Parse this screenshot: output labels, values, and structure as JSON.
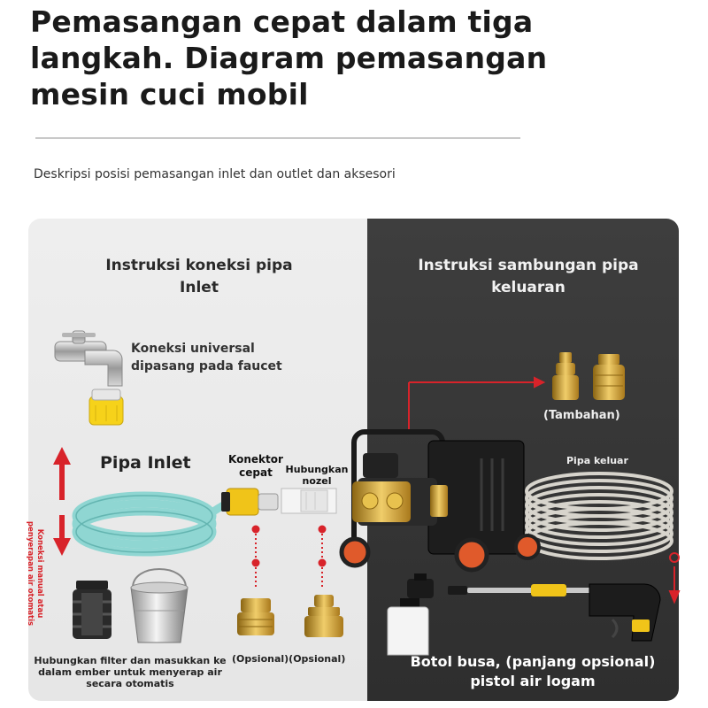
{
  "header": {
    "title": "Pemasangan cepat dalam tiga langkah. Diagram pemasangan mesin cuci mobil",
    "subtitle": "Deskripsi posisi pemasangan inlet dan outlet dan aksesori"
  },
  "inlet_panel": {
    "heading": "Instruksi koneksi pipa Inlet",
    "faucet_note": "Koneksi universal dipasang pada faucet",
    "pipe_label": "Pipa Inlet",
    "side_note": "Koneksi manual atau penyerapan air otomatis",
    "connector_label": "Konektor cepat",
    "nozzle_label": "Hubungkan nozel",
    "optional_label": "(Opsional)(Opsional)",
    "filter_note": "Hubungkan filter dan masukkan ke dalam ember untuk menyerap air secara otomatis"
  },
  "outlet_panel": {
    "heading": "Instruksi sambungan pipa keluaran",
    "extra_label": "(Tambahan)",
    "hose_label": "Pipa keluar",
    "bottom_caption": "Botol busa, (panjang opsional) pistol air logam"
  },
  "colors": {
    "accent_red": "#d8232a",
    "brass": "#c89a2a",
    "connector_yellow": "#f0c419",
    "hose_teal": "#8fd6d2",
    "dark_panel": "#333333",
    "light_panel": "#eaeaea"
  }
}
